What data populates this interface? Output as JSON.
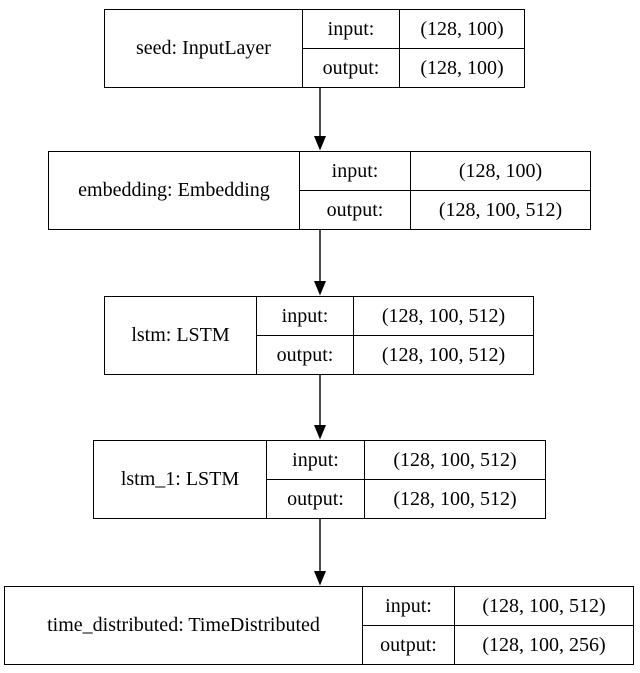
{
  "colors": {
    "background": "#ffffff",
    "border": "#000000",
    "text": "#000000",
    "arrow": "#000000"
  },
  "io_labels": {
    "input": "input:",
    "output": "output:"
  },
  "nodes": [
    {
      "name": "seed: InputLayer",
      "input_shape": "(128, 100)",
      "output_shape": "(128, 100)"
    },
    {
      "name": "embedding: Embedding",
      "input_shape": "(128, 100)",
      "output_shape": "(128, 100, 512)"
    },
    {
      "name": "lstm: LSTM",
      "input_shape": "(128, 100, 512)",
      "output_shape": "(128, 100, 512)"
    },
    {
      "name": "lstm_1: LSTM",
      "input_shape": "(128, 100, 512)",
      "output_shape": "(128, 100, 512)"
    },
    {
      "name": "time_distributed: TimeDistributed",
      "input_shape": "(128, 100, 512)",
      "output_shape": "(128, 100, 256)"
    }
  ],
  "edges": [
    {
      "from": "seed: InputLayer",
      "to": "embedding: Embedding"
    },
    {
      "from": "embedding: Embedding",
      "to": "lstm: LSTM"
    },
    {
      "from": "lstm: LSTM",
      "to": "lstm_1: LSTM"
    },
    {
      "from": "lstm_1: LSTM",
      "to": "time_distributed: TimeDistributed"
    }
  ]
}
